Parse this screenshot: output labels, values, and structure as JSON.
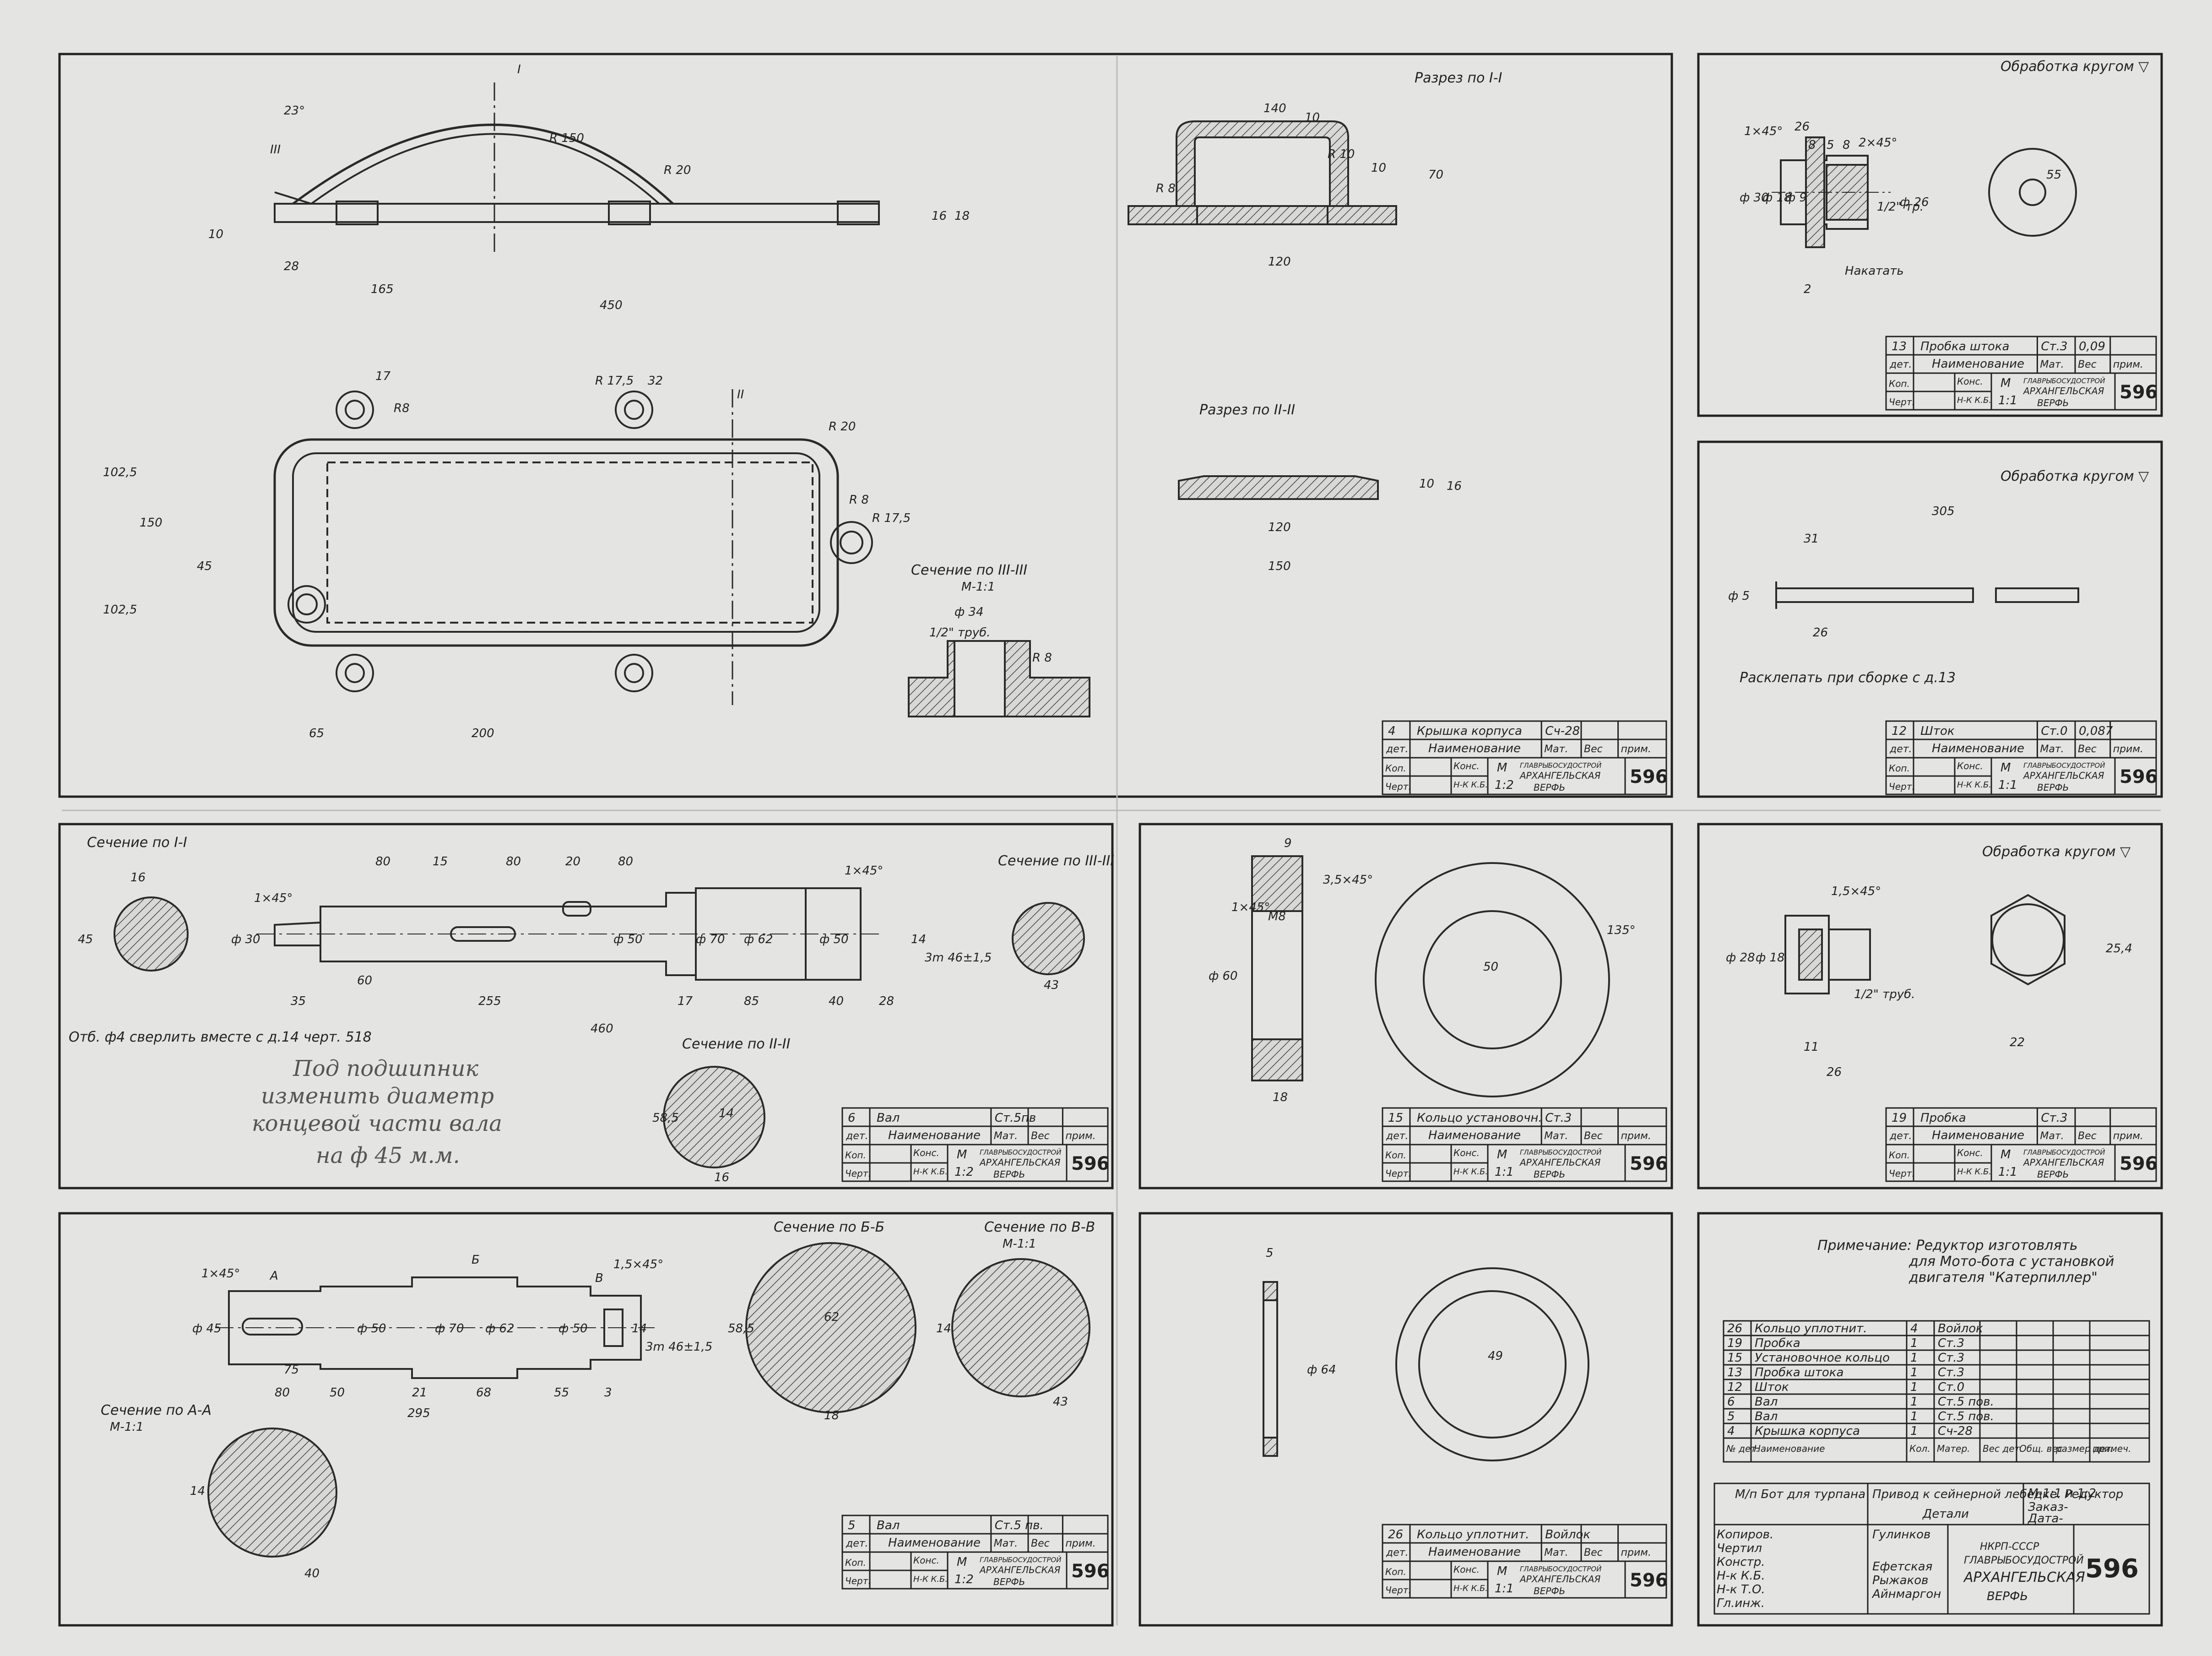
{
  "sheet": {
    "number": "596"
  },
  "panel1": {
    "title_sec1": "Разрез по I-I",
    "title_sec2": "Разрез по II-II",
    "title_sec3": "Сечение по III-III",
    "scale_sec3": "М-1:1",
    "dims": [
      "23°",
      "R 150",
      "R 20",
      "10",
      "28",
      "165",
      "450",
      "16",
      "18",
      "I",
      "III",
      "II",
      "17",
      "R8",
      "R 17,5",
      "32",
      "R 20",
      "R 8",
      "R 17,5",
      "102,5",
      "150",
      "45",
      "102,5",
      "65",
      "200",
      "140",
      "10",
      "R 10",
      "10",
      "70",
      "R 8",
      "120",
      "10",
      "16",
      "120",
      "150",
      "ф 34",
      "1/2\" труб.",
      "R 8"
    ],
    "table": {
      "pos": "4",
      "name": "Крышка корпуса",
      "mat": "Сч-28",
      "scale": "1:2"
    }
  },
  "panel2": {
    "title": "Обработка кругом ▽",
    "dims": [
      "26",
      "8",
      "5",
      "8",
      "1×45°",
      "2×45°",
      "ф 30",
      "ф 18",
      "ф 9",
      "ф 26",
      "1/2\" тр.",
      "55",
      "Накатать",
      "2"
    ],
    "table": {
      "pos": "13",
      "name": "Пробка штока",
      "mat": "Ст.3",
      "mass": "0,09",
      "scale": "1:1"
    }
  },
  "panel3": {
    "title": "Обработка кругом ▽",
    "dims": [
      "305",
      "31",
      "ф 5",
      "26"
    ],
    "note": "Расклепать при сборке с д.13",
    "table": {
      "pos": "12",
      "name": "Шток",
      "mat": "Ст.0",
      "mass": "0,087",
      "scale": "1:1"
    }
  },
  "panel4": {
    "title_a": "Сечение по I-I",
    "title_b": "Сечение по III-III",
    "title_c": "Сечение по II-II",
    "dims": [
      "16",
      "45",
      "80",
      "15",
      "80",
      "20",
      "80",
      "1×45°",
      "1×45°",
      "ф 30",
      "ф 50",
      "ф 70",
      "ф 62",
      "ф 50",
      "14",
      "3m 46±1,5",
      "60",
      "35",
      "255",
      "17",
      "85",
      "40",
      "28",
      "460",
      "43",
      "58,5",
      "14",
      "16"
    ],
    "note": "Отб. ф4 сверлить вместе с д.14 черт. 518",
    "handwriting": [
      "Под подшипник",
      "изменить диаметр",
      "концевой части вала",
      "на ф 45 м.м."
    ],
    "table": {
      "pos": "6",
      "name": "Вал",
      "mat": "Ст.5пв",
      "scale": "1:2"
    }
  },
  "panel5": {
    "dims": [
      "9",
      "3,5×45°",
      "1×45°",
      "ф 60",
      "М8",
      "18",
      "50",
      "135°"
    ],
    "table": {
      "pos": "15",
      "name": "Кольцо установочн.",
      "mat": "Ст.3",
      "scale": "1:1"
    }
  },
  "panel6": {
    "title": "Обработка кругом ▽",
    "dims": [
      "1,5×45°",
      "ф 28",
      "ф 18",
      "1/2\" труб.",
      "25,4",
      "11",
      "26",
      "22"
    ],
    "table": {
      "pos": "19",
      "name": "Пробка",
      "mat": "Ст.3",
      "scale": "1:1"
    }
  },
  "panel7": {
    "title_a": "Сечение по Б-Б",
    "title_b": "Сечение по В-В",
    "scale_b": "М-1:1",
    "title_c": "Сечение по А-А",
    "scale_c": "М-1:1",
    "dims": [
      "1×45°",
      "А",
      "Б",
      "В",
      "1,5×45°",
      "ф 45",
      "ф 50",
      "ф 70",
      "ф 62",
      "ф 50",
      "14",
      "3m 46±1,5",
      "75",
      "80",
      "50",
      "21",
      "68",
      "55",
      "295",
      "3",
      "62",
      "18",
      "58,5",
      "14",
      "43",
      "14",
      "40"
    ],
    "table": {
      "pos": "5",
      "name": "Вал",
      "mat": "Ст.5 пв.",
      "scale": "1:2"
    }
  },
  "panel8": {
    "dims": [
      "5",
      "ф 64",
      "49"
    ],
    "table": {
      "pos": "26",
      "name": "Кольцо уплотнит.",
      "mat": "Войлок",
      "scale": "1:1"
    }
  },
  "panel9": {
    "note_line1": "Примечание: Редуктор изготовлять",
    "note_line2": "для Мото-бота с установкой",
    "note_line3": "двигателя \"Катерпиллер\"",
    "spec": [
      [
        "26",
        "Кольцо уплотнит.",
        "4",
        "Войлок"
      ],
      [
        "19",
        "Пробка",
        "1",
        "Ст.3"
      ],
      [
        "15",
        "Установочное кольцо",
        "1",
        "Ст.3"
      ],
      [
        "13",
        "Пробка штока",
        "1",
        "Ст.3"
      ],
      [
        "12",
        "Шток",
        "1",
        "Ст.0"
      ],
      [
        "6",
        "Вал",
        "1",
        "Ст.5 пов."
      ],
      [
        "5",
        "Вал",
        "1",
        "Ст.5 пов."
      ],
      [
        "4",
        "Крышка корпуса",
        "1",
        "Сч-28"
      ]
    ],
    "spec_head": {
      "pos": "№ дет.",
      "name": "Наименование",
      "qty": "Кол.",
      "mat": "Матер.",
      "mass": "Вес дет.",
      "total": "Общ. вес",
      "size": "размер дет.",
      "note": "примеч."
    },
    "project": "М/п Бот для турпана",
    "object": "Привод к сейнерной лебедке. Редуктор",
    "subtitle": "Детали",
    "scale": "М-1:1 и 1:2",
    "order": "Заказ-",
    "date": "Дата-",
    "roles": [
      "Копиров.",
      "Чертил",
      "Констр.",
      "Н-к К.Б.",
      "Н-к Т.О.",
      "Гл.инж."
    ],
    "persons": [
      "Гулинков",
      "Ефетская",
      "Рыжаков",
      "Айнмаргон"
    ],
    "org1": "НКРП-СССР",
    "org2": "ГЛАВРЫБОСУДОСТРОЙ",
    "org3": "АРХАНГЕЛЬСКАЯ",
    "org4": "ВЕРФЬ",
    "number": "596"
  },
  "titleblock": {
    "h_det": "дет.",
    "h_name": "Наименование",
    "h_mat": "Мат.",
    "h_mass": "Вес",
    "h_note": "прим.",
    "r_kop": "Коп.",
    "r_cher": "Черт.",
    "r_kons": "Конс.",
    "r_nk": "Н-К К.Б.",
    "r_m": "М",
    "org1": "ГЛАВРЫБОСУДОСТРОЙ",
    "org2": "АРХАНГЕЛЬСКАЯ",
    "org3": "ВЕРФЬ",
    "num": "596"
  }
}
